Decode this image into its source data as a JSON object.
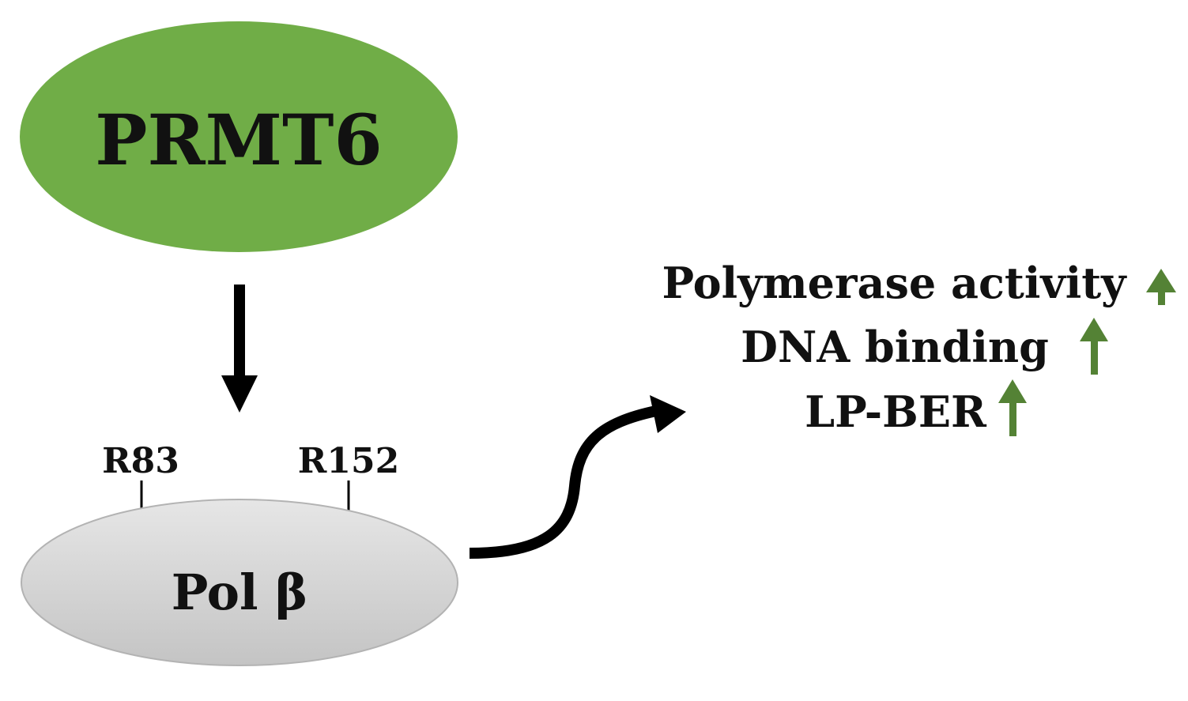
{
  "enzyme": {
    "label": "PRMT6",
    "color": "#70ad47"
  },
  "substrate": {
    "label": "Pol β",
    "color": "#cccccc",
    "sites": [
      "R83",
      "R152"
    ]
  },
  "effects": {
    "items": [
      "Polymerase activity",
      "DNA binding",
      "LP-BER"
    ],
    "indicator": "up-arrow-icon",
    "indicator_color": "#548235"
  },
  "arrow_color": "#000000"
}
